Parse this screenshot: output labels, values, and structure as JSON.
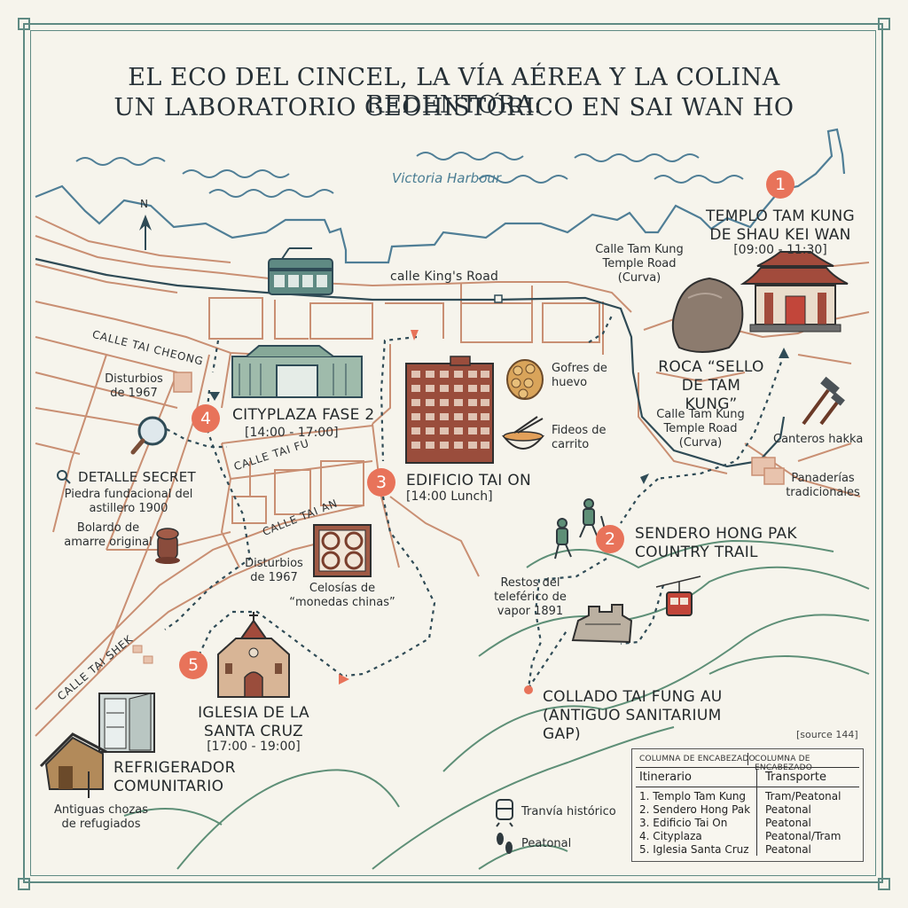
{
  "title": {
    "line1": "EL ECO DEL CINCEL, LA VÍA AÉREA Y LA COLINA REDENTORA:",
    "line2": "UN LABORATORIO GEOHISTÓRICO EN SAI WAN HO"
  },
  "water_label": "Victoria Harbour",
  "north_label": "N",
  "streets": {
    "kings_road": "calle King's Road",
    "tai_cheong": "CALLE TAI CHEONG",
    "tai_fu": "CALLE TAI FU",
    "tai_an": "CALLE TAI AN",
    "tai_shek": "CALLE TAI SHEK",
    "tam_kung_road_top": "Calle Tam Kung Temple Road (Curva)",
    "tam_kung_road_mid": "Calle Tam Kung Temple Road (Curva)"
  },
  "stops": [
    {
      "num": "1",
      "name": "TEMPLO TAM KUNG DE SHAU KEI WAN",
      "time": "[09:00 - 11:30]"
    },
    {
      "num": "2",
      "name": "SENDERO HONG PAK COUNTRY TRAIL",
      "time": ""
    },
    {
      "num": "3",
      "name": "EDIFICIO TAI ON",
      "time": "[14:00 Lunch]"
    },
    {
      "num": "4",
      "name": "CITYPLAZA FASE 2",
      "time": "[14:00 - 17:00]"
    },
    {
      "num": "5",
      "name": "IGLESIA DE LA SANTA CRUZ",
      "time": "[17:00 - 19:00]"
    }
  ],
  "places": {
    "roca": "ROCA “SELLO DE TAM KUNG”",
    "collado": "COLLADO TAI FUNG AU (ANTIGUO SANITARIUM GAP)",
    "refrigerador": "REFRIGERADOR COMUNITARIO"
  },
  "notes": {
    "disturbios_1": "Disturbios de 1967",
    "disturbios_2": "Disturbios de 1967",
    "gofres": "Gofres de huevo",
    "fideos": "Fideos de carrito",
    "celosias": "Celosías de “monedas chinas”",
    "canteros": "Canteros hakka",
    "panaderias": "Panaderías tradicionales",
    "teleferico": "Restos del teleférico de vapor 1891",
    "chozas": "Antiguas chozas de refugiados",
    "detalle_title": "DETALLE SECRET",
    "detalle_1": "Piedra fundacional del astillero 1900",
    "detalle_2": "Bolardo de amarre original"
  },
  "source_note": "[source 144]",
  "legend": {
    "tram": "Tranvía histórico",
    "walk": "Peatonal"
  },
  "table": {
    "header_left": "COLUMNA DE ENCABEZADO",
    "header_right": "COLUMNA DE ENCABEZADO",
    "col_left": "Itinerario",
    "col_right": "Transporte",
    "rows": [
      {
        "itinerary": "1. Templo Tam Kung",
        "transport": "Tram/Peatonal"
      },
      {
        "itinerary": "2. Sendero Hong Pak",
        "transport": "Peatonal"
      },
      {
        "itinerary": "3. Edificio Tai On",
        "transport": "Peatonal"
      },
      {
        "itinerary": "4. Cityplaza",
        "transport": "Peatonal/Tram"
      },
      {
        "itinerary": "5. Iglesia Santa Cruz",
        "transport": "Peatonal"
      }
    ]
  },
  "colors": {
    "road": "#c98f73",
    "coast": "#4f7e96",
    "tram_line": "#2f4b56",
    "marker": "#e8735a",
    "hills": "#5e8f77",
    "frame": "#5f8a83"
  }
}
